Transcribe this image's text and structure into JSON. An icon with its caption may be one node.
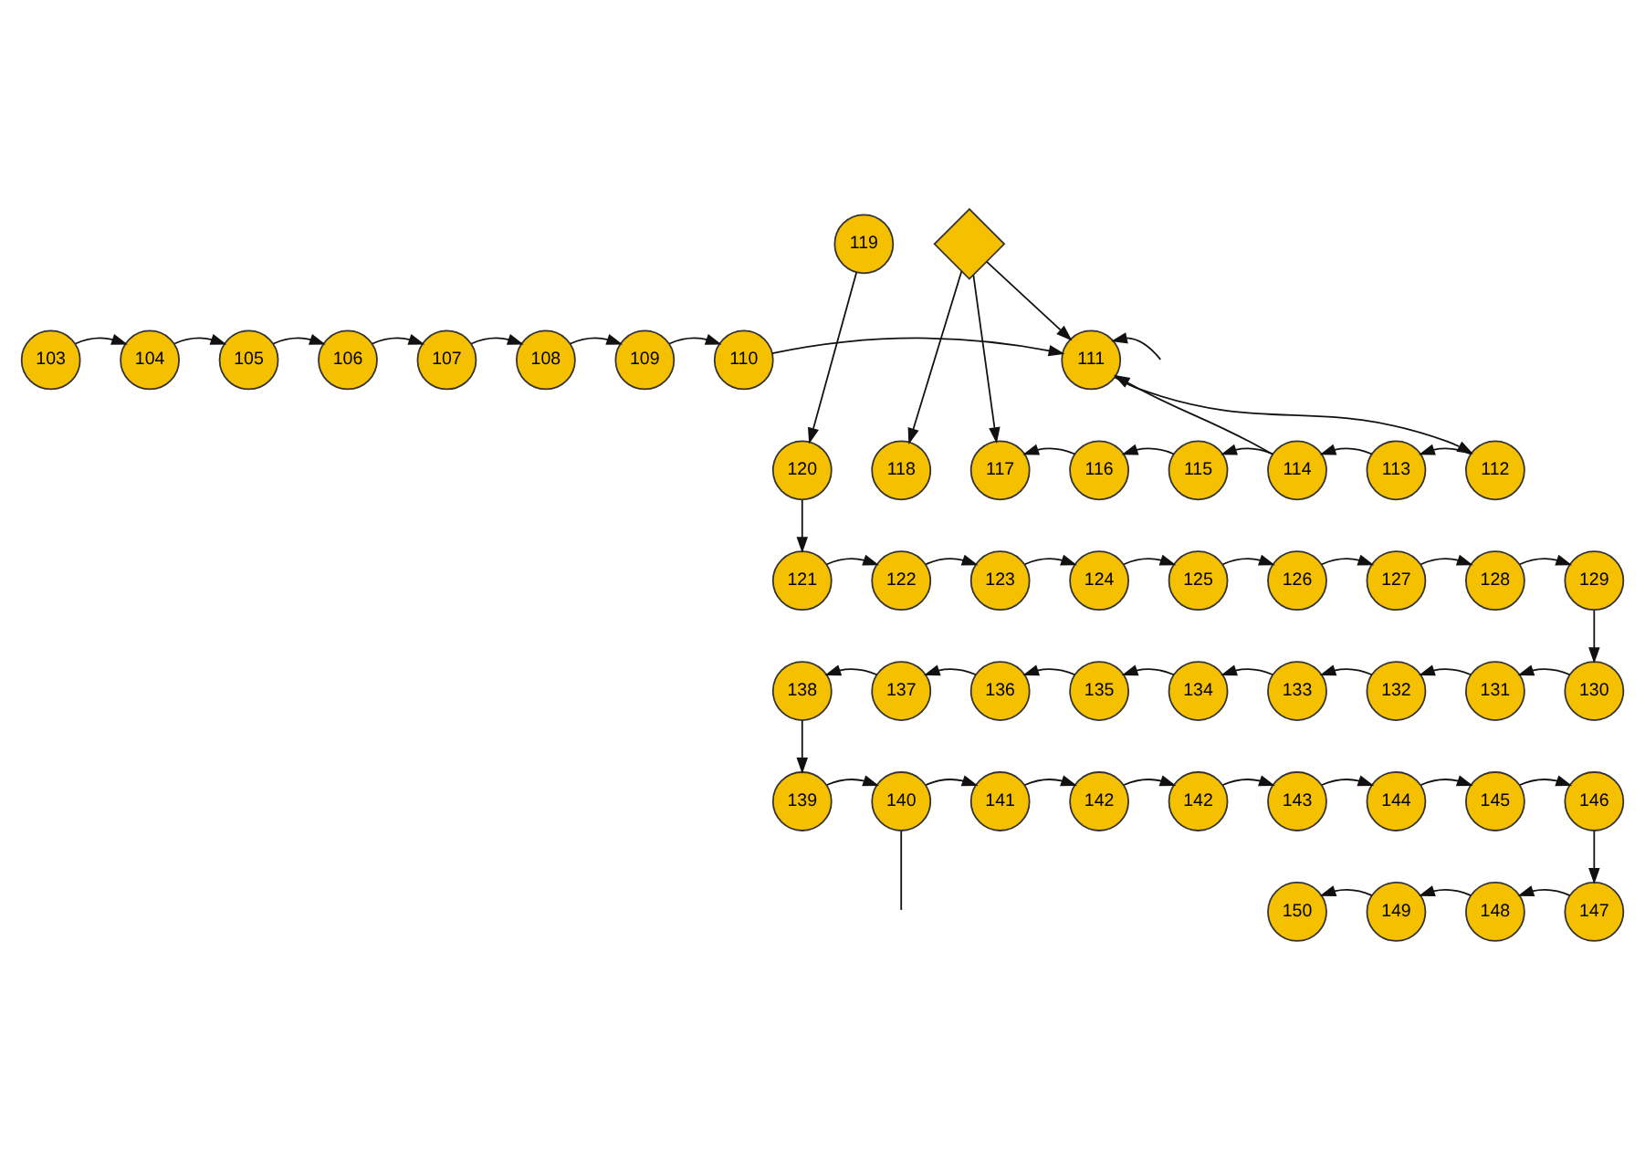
{
  "diagram": {
    "nodes": [
      {
        "text": [
          "103"
        ]
      },
      {
        "text": [
          "104"
        ]
      },
      {
        "text": [
          "105"
        ]
      },
      {
        "text": [
          "106"
        ]
      },
      {
        "text": [
          "107"
        ]
      },
      {
        "text": [
          "108"
        ]
      },
      {
        "text": [
          "109"
        ]
      },
      {
        "text": [
          "110"
        ]
      },
      {
        "text": [
          "111"
        ]
      },
      {
        "text": [
          "119"
        ]
      },
      {
        "text": [],
        "shape": "diamond"
      },
      {
        "text": [
          "120"
        ]
      },
      {
        "text": [
          "118"
        ]
      },
      {
        "text": [
          "117"
        ]
      },
      {
        "text": [
          "116"
        ]
      },
      {
        "text": [
          "115"
        ]
      },
      {
        "text": [
          "114"
        ]
      },
      {
        "text": [
          "113"
        ]
      },
      {
        "text": [
          "112"
        ]
      },
      {
        "text": [
          "121"
        ]
      },
      {
        "text": [
          "122"
        ]
      },
      {
        "text": [
          "123"
        ]
      },
      {
        "text": [
          "124"
        ]
      },
      {
        "text": [
          "125"
        ]
      },
      {
        "text": [
          "126"
        ]
      },
      {
        "text": [
          "127"
        ]
      },
      {
        "text": [
          "128"
        ]
      },
      {
        "text": [
          "129"
        ]
      },
      {
        "text": [
          "138"
        ]
      },
      {
        "text": [
          "137"
        ]
      },
      {
        "text": [
          "136"
        ]
      },
      {
        "text": [
          "135"
        ]
      },
      {
        "text": [
          "134"
        ]
      },
      {
        "text": [
          "133"
        ]
      },
      {
        "text": [
          "132"
        ]
      },
      {
        "text": [
          "131"
        ]
      },
      {
        "text": [
          "130"
        ]
      },
      {
        "text": [
          "139"
        ]
      },
      {
        "text": [
          "140"
        ]
      },
      {
        "text": [
          "141"
        ]
      },
      {
        "text": [
          "142"
        ]
      },
      {
        "text": [
          "142"
        ]
      },
      {
        "text": [
          "143"
        ]
      },
      {
        "text": [
          "144"
        ]
      },
      {
        "text": [
          "145"
        ]
      },
      {
        "text": [
          "146"
        ]
      },
      {
        "text": [
          "150"
        ]
      },
      {
        "text": [
          "149"
        ]
      },
      {
        "text": [
          "148"
        ]
      },
      {
        "text": [
          "147"
        ]
      }
    ],
    "edges": [
      {
        "from": 0,
        "to": 1,
        "arrow": "to"
      },
      {
        "from": 1,
        "to": 2,
        "arrow": "to"
      },
      {
        "from": 2,
        "to": 3,
        "arrow": "to"
      },
      {
        "from": 3,
        "to": 4,
        "arrow": "to"
      },
      {
        "from": 4,
        "to": 5,
        "arrow": "to"
      },
      {
        "from": 5,
        "to": 6,
        "arrow": "to"
      },
      {
        "from": 6,
        "to": 7,
        "arrow": "to"
      },
      {
        "from": 7,
        "to": 8,
        "arrow": "to"
      },
      {
        "from": null,
        "to": 8,
        "arrow": "to"
      },
      {
        "from": 10,
        "to": 8,
        "arrow": "to"
      },
      {
        "from": 10,
        "to": 12,
        "arrow": "to"
      },
      {
        "from": 10,
        "to": 13,
        "arrow": "to"
      },
      {
        "from": 16,
        "to": 8,
        "arrow": "to"
      },
      {
        "from": 8,
        "to": 18,
        "arrow": "to"
      },
      {
        "from": 18,
        "to": 17,
        "arrow": "to"
      },
      {
        "from": 17,
        "to": 16,
        "arrow": "to"
      },
      {
        "from": 16,
        "to": 15,
        "arrow": "to"
      },
      {
        "from": 15,
        "to": 14,
        "arrow": "to"
      },
      {
        "from": 14,
        "to": 13,
        "arrow": "to"
      },
      {
        "from": 9,
        "to": 11,
        "arrow": "to"
      },
      {
        "from": 11,
        "to": 19,
        "arrow": "to"
      },
      {
        "from": 19,
        "to": 20,
        "arrow": "to"
      },
      {
        "from": 20,
        "to": 21,
        "arrow": "to"
      },
      {
        "from": 21,
        "to": 22,
        "arrow": "to"
      },
      {
        "from": 22,
        "to": 23,
        "arrow": "to"
      },
      {
        "from": 23,
        "to": 24,
        "arrow": "to"
      },
      {
        "from": 24,
        "to": 25,
        "arrow": "to"
      },
      {
        "from": 25,
        "to": 26,
        "arrow": "to"
      },
      {
        "from": 26,
        "to": 27,
        "arrow": "to"
      },
      {
        "from": 27,
        "to": 36,
        "arrow": "to"
      },
      {
        "from": 36,
        "to": 35,
        "arrow": "to"
      },
      {
        "from": 35,
        "to": 34,
        "arrow": "to"
      },
      {
        "from": 34,
        "to": 33,
        "arrow": "to"
      },
      {
        "from": 33,
        "to": 32,
        "arrow": "to"
      },
      {
        "from": 32,
        "to": 31,
        "arrow": "to"
      },
      {
        "from": 31,
        "to": 30,
        "arrow": "to"
      },
      {
        "from": 30,
        "to": 29,
        "arrow": "to"
      },
      {
        "from": 29,
        "to": 28,
        "arrow": "to"
      },
      {
        "from": 28,
        "to": 37,
        "arrow": "to"
      },
      {
        "from": 37,
        "to": 38,
        "arrow": "to"
      },
      {
        "from": 38,
        "to": 39,
        "arrow": "to"
      },
      {
        "from": 39,
        "to": 40,
        "arrow": "to"
      },
      {
        "from": 40,
        "to": 41,
        "arrow": "to"
      },
      {
        "from": 41,
        "to": 42,
        "arrow": "to"
      },
      {
        "from": 42,
        "to": 43,
        "arrow": "to"
      },
      {
        "from": 43,
        "to": 44,
        "arrow": "to"
      },
      {
        "from": 44,
        "to": 45,
        "arrow": "to"
      },
      {
        "from": 45,
        "to": 49,
        "arrow": "to"
      },
      {
        "from": 49,
        "to": 48,
        "arrow": "to"
      },
      {
        "from": 48,
        "to": 47,
        "arrow": "to"
      },
      {
        "from": 47,
        "to": 46,
        "arrow": "to"
      },
      {
        "from": 38,
        "to": null,
        "arrow": "none"
      }
    ]
  }
}
